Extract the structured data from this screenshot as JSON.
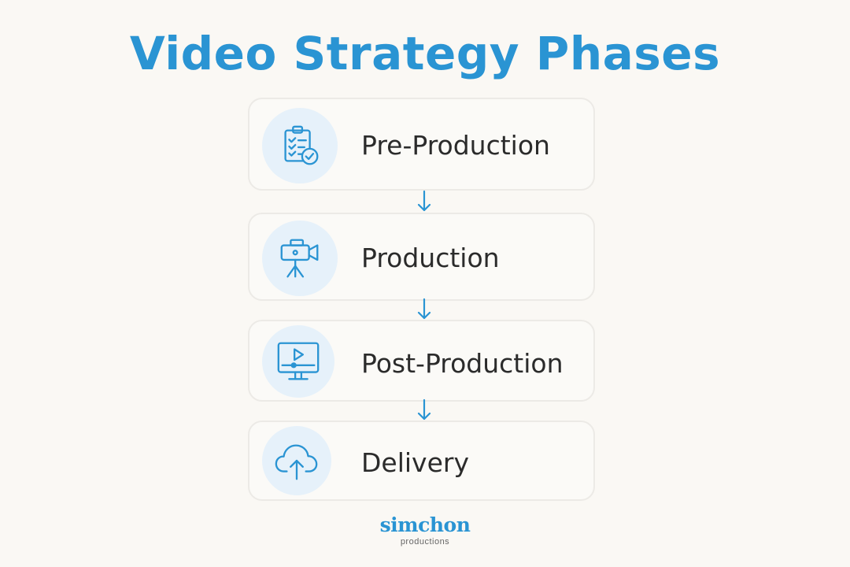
{
  "title": "Video Strategy Phases",
  "phases": [
    {
      "label": "Pre-Production",
      "icon": "clipboard-checklist-icon"
    },
    {
      "label": "Production",
      "icon": "video-camera-tripod-icon"
    },
    {
      "label": "Post-Production",
      "icon": "monitor-play-icon"
    },
    {
      "label": "Delivery",
      "icon": "cloud-upload-icon"
    }
  ],
  "logo": {
    "name": "simchon",
    "tagline": "productions"
  },
  "colors": {
    "accent": "#2a94d3",
    "icon_background": "#e6f1fa",
    "text": "#2b2b2b",
    "background": "#faf8f4",
    "card_border": "#eceae6"
  }
}
